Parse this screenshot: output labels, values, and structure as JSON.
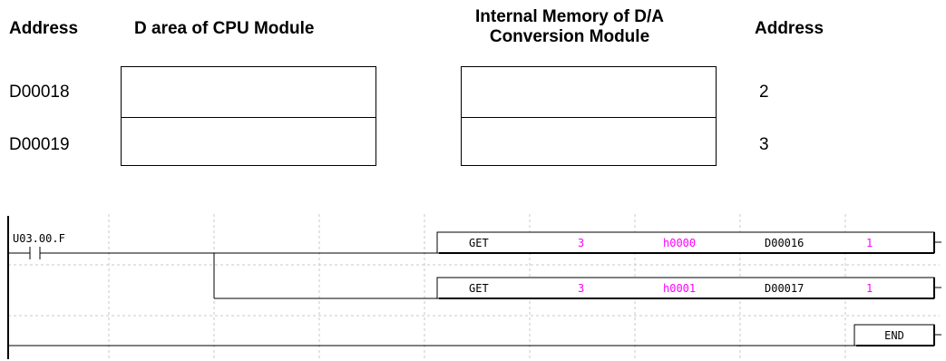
{
  "headers": {
    "address_left": "Address",
    "cpu_area": "D area of CPU Module",
    "da_memory_line1": "Internal Memory of D/A",
    "da_memory_line2": "Conversion Module",
    "address_right": "Address"
  },
  "memory_map": [
    {
      "cpu_address": "D00018",
      "module_address": "2"
    },
    {
      "cpu_address": "D00019",
      "module_address": "3"
    }
  ],
  "ladder": {
    "contact_label": "U03.00.F",
    "rungs": [
      {
        "instruction": "GET",
        "slot": "3",
        "address": "h0000",
        "device": "D00016",
        "count": "1"
      },
      {
        "instruction": "GET",
        "slot": "3",
        "address": "h0001",
        "device": "D00017",
        "count": "1"
      }
    ],
    "end_label": "END"
  },
  "colors": {
    "operand_highlight": "#ff00ff",
    "grid_dash": "#c8c8c8",
    "line": "#000000"
  }
}
